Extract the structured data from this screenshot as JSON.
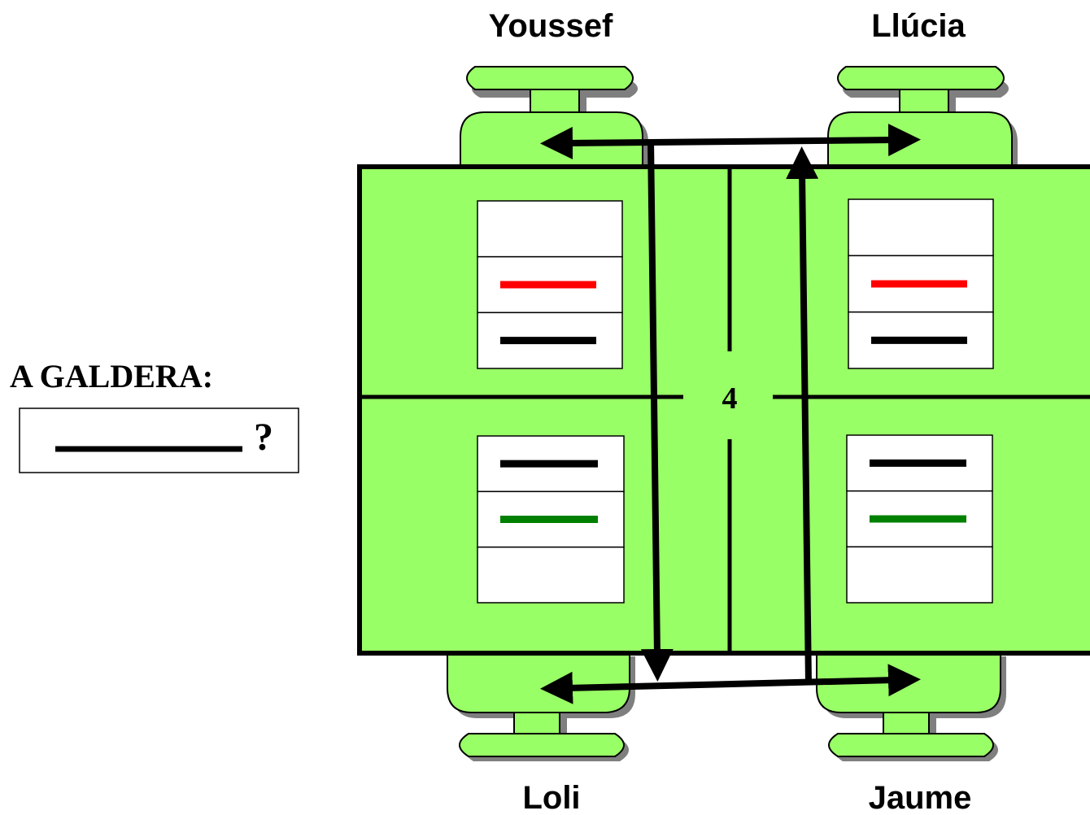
{
  "students": {
    "top_left": "Youssef",
    "top_right": "Llúcia",
    "bottom_left": "Loli",
    "bottom_right": "Jaume"
  },
  "table_number": "4",
  "galdera": {
    "title": "A GALDERA:",
    "question_mark": "?"
  },
  "colors": {
    "table_fill": "#99ff66",
    "shadow": "#7f7f7f",
    "red_line": "#ff0000",
    "green_line": "#008000",
    "black_line": "#000000"
  },
  "trays": {
    "top_left": [
      "blank",
      "red",
      "black"
    ],
    "top_right": [
      "blank",
      "red",
      "black"
    ],
    "bottom_left": [
      "black",
      "green",
      "blank"
    ],
    "bottom_right": [
      "black",
      "green",
      "blank"
    ]
  }
}
